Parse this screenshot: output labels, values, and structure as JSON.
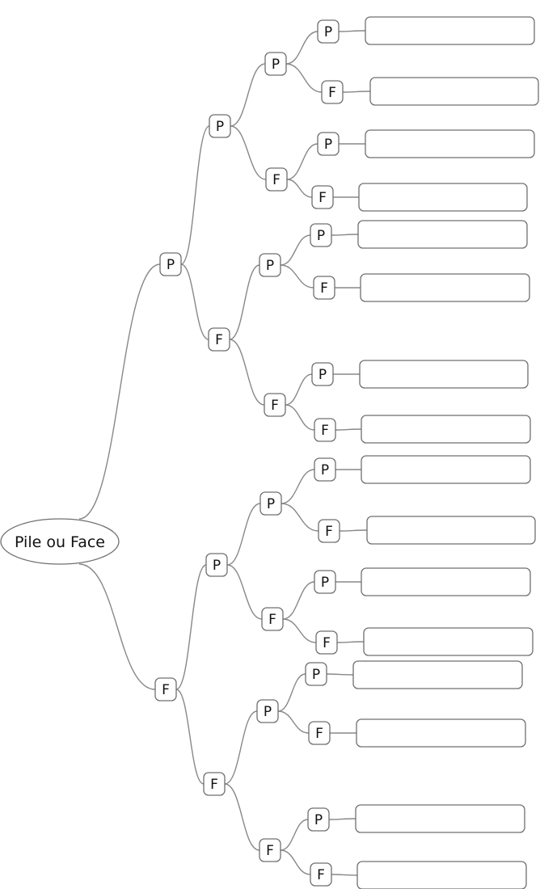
{
  "root": {
    "label": "Pile ou Face"
  },
  "outcomes": {
    "heads": "P",
    "tails": "F"
  },
  "tree": {
    "label": "Pile ou Face",
    "children": [
      {
        "label": "P",
        "children": [
          {
            "label": "P",
            "children": [
              {
                "label": "P",
                "children": [
                  {
                    "label": "P"
                  },
                  {
                    "label": "F"
                  }
                ]
              },
              {
                "label": "F",
                "children": [
                  {
                    "label": "P"
                  },
                  {
                    "label": "F"
                  }
                ]
              }
            ]
          },
          {
            "label": "F",
            "children": [
              {
                "label": "P",
                "children": [
                  {
                    "label": "P"
                  },
                  {
                    "label": "F"
                  }
                ]
              },
              {
                "label": "F",
                "children": [
                  {
                    "label": "P"
                  },
                  {
                    "label": "F"
                  }
                ]
              }
            ]
          }
        ]
      },
      {
        "label": "F",
        "children": [
          {
            "label": "P",
            "children": [
              {
                "label": "P",
                "children": [
                  {
                    "label": "P"
                  },
                  {
                    "label": "F"
                  }
                ]
              },
              {
                "label": "F",
                "children": [
                  {
                    "label": "P"
                  },
                  {
                    "label": "F"
                  }
                ]
              }
            ]
          },
          {
            "label": "F",
            "children": [
              {
                "label": "P",
                "children": [
                  {
                    "label": "P"
                  },
                  {
                    "label": "F"
                  }
                ]
              },
              {
                "label": "F",
                "children": [
                  {
                    "label": "P"
                  },
                  {
                    "label": "F"
                  }
                ]
              }
            ]
          }
        ]
      }
    ]
  },
  "answer_boxes": [
    "",
    "",
    "",
    "",
    "",
    "",
    "",
    "",
    "",
    "",
    "",
    "",
    "",
    "",
    "",
    ""
  ]
}
